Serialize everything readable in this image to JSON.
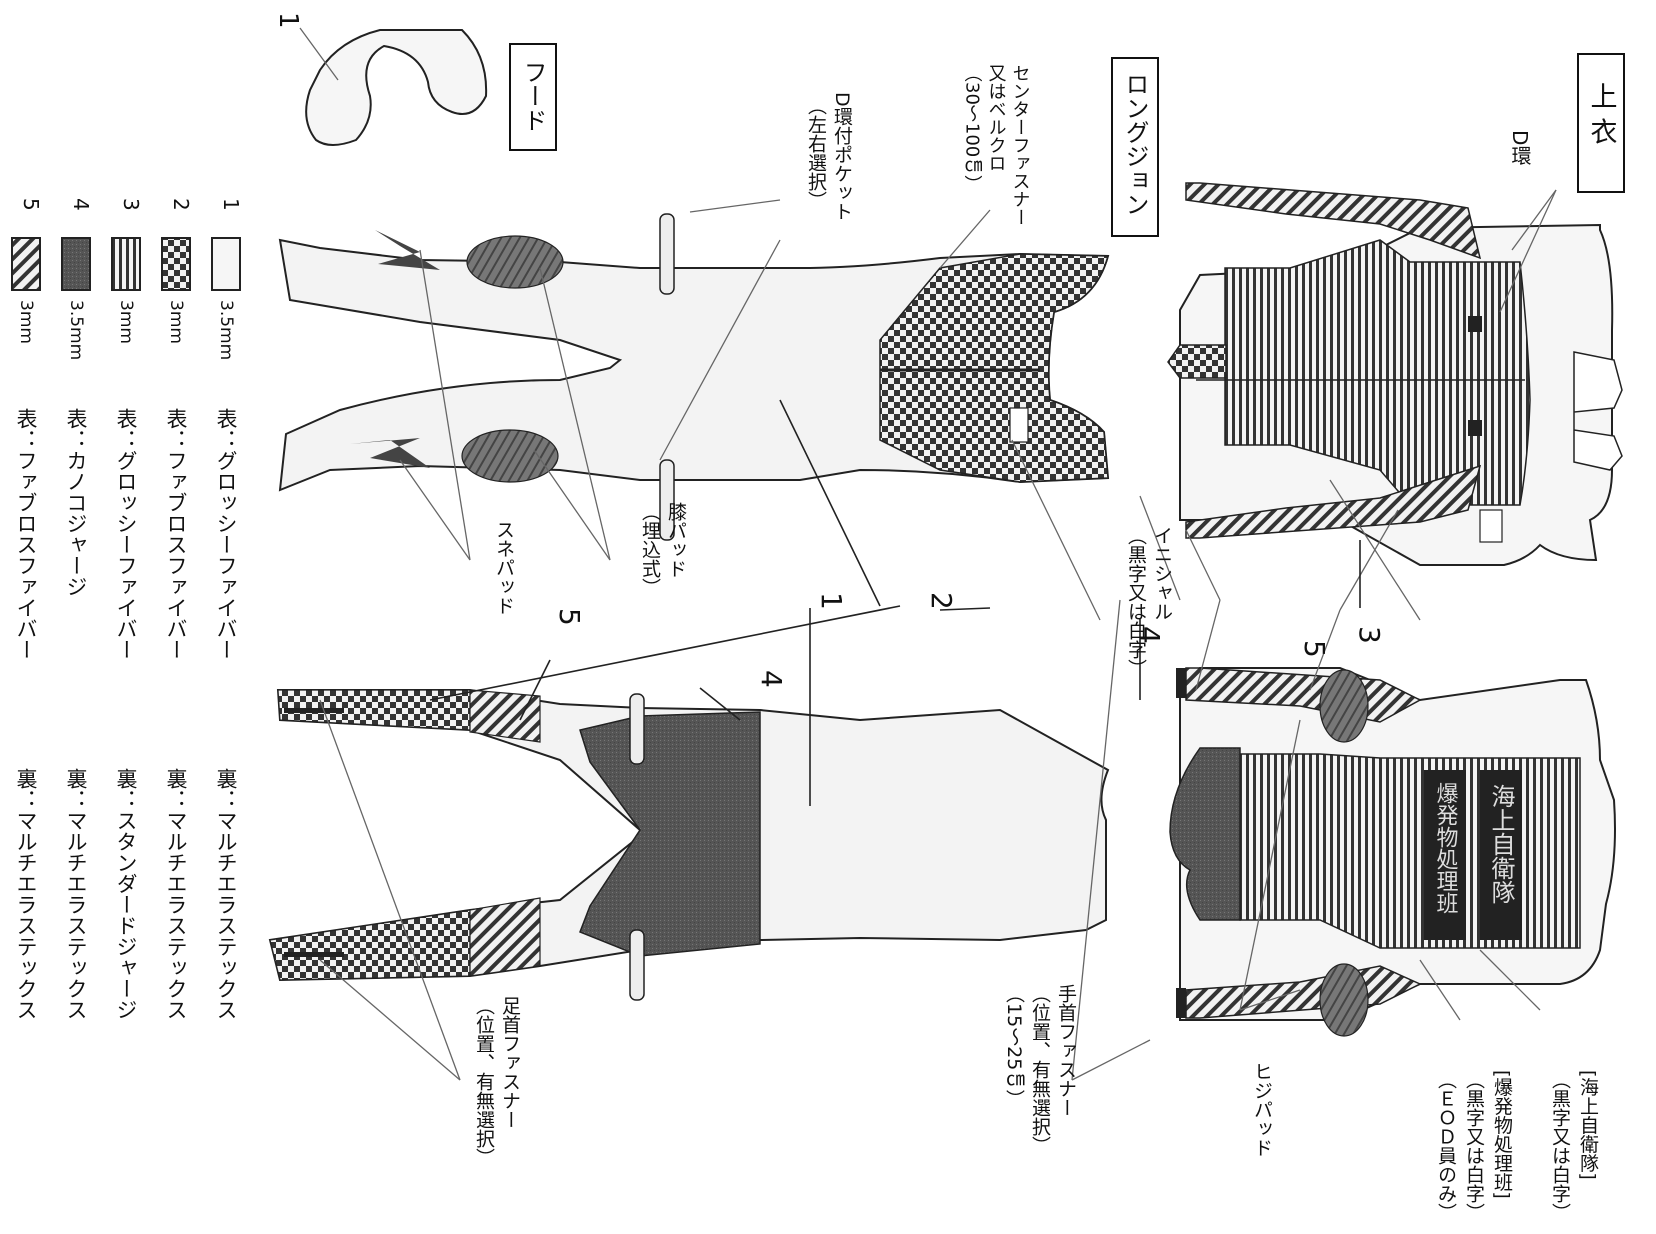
{
  "titles": {
    "jacket": "上 衣",
    "long_john": "ロングジョン",
    "hood": "フード"
  },
  "jacket_labels": {
    "d_ring": "D環",
    "msdf_line1": "[海上自衛隊]",
    "msdf_line2": "（黒字又は白字）",
    "eod_line1": "[爆発物処理班]",
    "eod_line2": "（黒字又は白字）",
    "eod_line3": "（ＥＯＤ員のみ）",
    "elbow_pad": "ヒジパッド",
    "wrist_zip_line1": "手首ファスナー",
    "wrist_zip_line2": "（位置、有無選択）",
    "wrist_zip_line3": "（15～25㎝）",
    "num_3": "3",
    "num_4": "4",
    "num_5": "5"
  },
  "long_john_labels": {
    "center_zip_line1": "センターファスナー",
    "center_zip_line2": "又はベルクロ",
    "center_zip_line3": "（30～100㎝）",
    "pocket_line1": "D環付ポケット",
    "pocket_line2": "（左右選択）",
    "initial_line1": "イニシャル",
    "initial_line2": "（黒字又は白字）",
    "knee_pad_line1": "膝パッド",
    "knee_pad_line2": "（埋込式）",
    "shin_pad": "スネパッド",
    "ankle_zip_line1": "足首ファスナー",
    "ankle_zip_line2": "（位置、有無選択）",
    "num_1": "1",
    "num_2": "2",
    "num_4": "4",
    "num_5": "5"
  },
  "hood_labels": {
    "num_1": "1"
  },
  "chest_print": {
    "line1": "海上自衛隊",
    "line2": "爆発物処理班"
  },
  "legend": [
    {
      "num": "1",
      "swatch": "plain",
      "thickness": "3.5mm",
      "outer": "表：グロッシーファイバー",
      "inner": "裏：マルチエラステックス"
    },
    {
      "num": "2",
      "swatch": "checker",
      "thickness": "3mm",
      "outer": "表：ファブロスファイバー",
      "inner": "裏：マルチエラステックス"
    },
    {
      "num": "3",
      "swatch": "stripe",
      "thickness": "3mm",
      "outer": "表：グロッシーファイバー",
      "inner": "裏：スタンダードジャージ"
    },
    {
      "num": "4",
      "swatch": "dark",
      "thickness": "3.5mm",
      "outer": "表：カノコジャージ",
      "inner": "裏：マルチエラステックス"
    },
    {
      "num": "5",
      "swatch": "diag",
      "thickness": "3mm",
      "outer": "表：ファブロスファイバー",
      "inner": "裏：マルチエラステックス"
    }
  ]
}
